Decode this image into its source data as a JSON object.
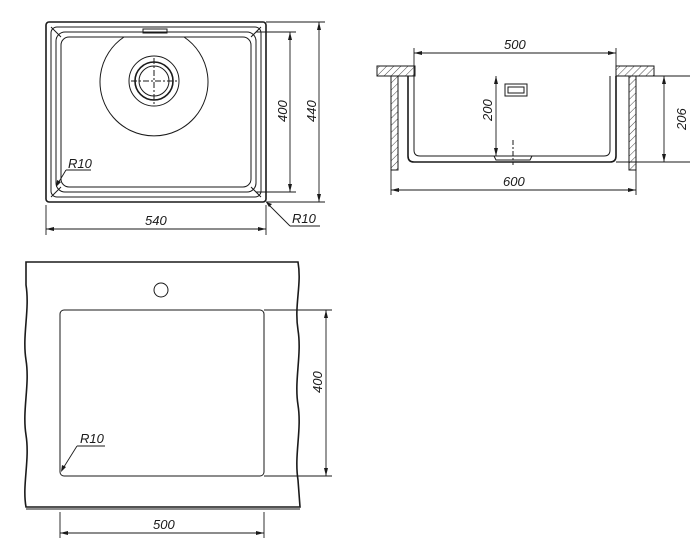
{
  "dimensions": {
    "top_view": {
      "inner_height": "400",
      "outer_height": "440",
      "outer_width": "540",
      "inner_radius": "R10",
      "outer_radius": "R10"
    },
    "section_view": {
      "top_width": "500",
      "depth": "200",
      "total_height": "206",
      "cutout_width": "600"
    },
    "cutout_view": {
      "height": "400",
      "width": "500",
      "radius": "R10"
    }
  }
}
